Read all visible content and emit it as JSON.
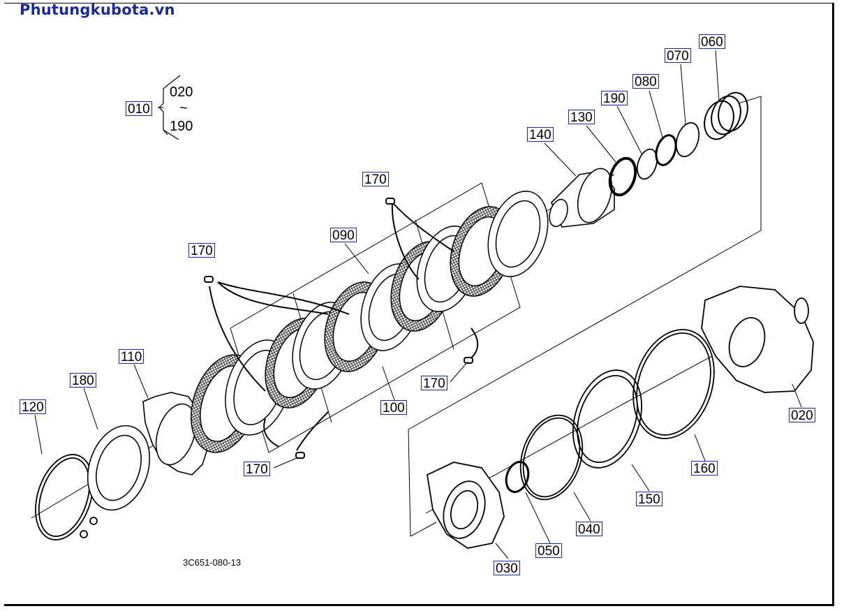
{
  "site_name": "Phutungkubota.vn",
  "drawing_code": "3C651-080-13",
  "assembly": {
    "label": "010",
    "range_from": "020",
    "range_tilde": "~",
    "range_to": "190"
  },
  "part_labels": {
    "p060": "060",
    "p070": "070",
    "p080": "080",
    "p190": "190",
    "p130": "130",
    "p140": "140",
    "p170_top": "170",
    "p090": "090",
    "p170_left": "170",
    "p110": "110",
    "p180": "180",
    "p120": "120",
    "p100": "100",
    "p170_right": "170",
    "p170_bottom": "170",
    "p020": "020",
    "p160": "160",
    "p150": "150",
    "p040": "040",
    "p050": "050",
    "p030": "030"
  }
}
